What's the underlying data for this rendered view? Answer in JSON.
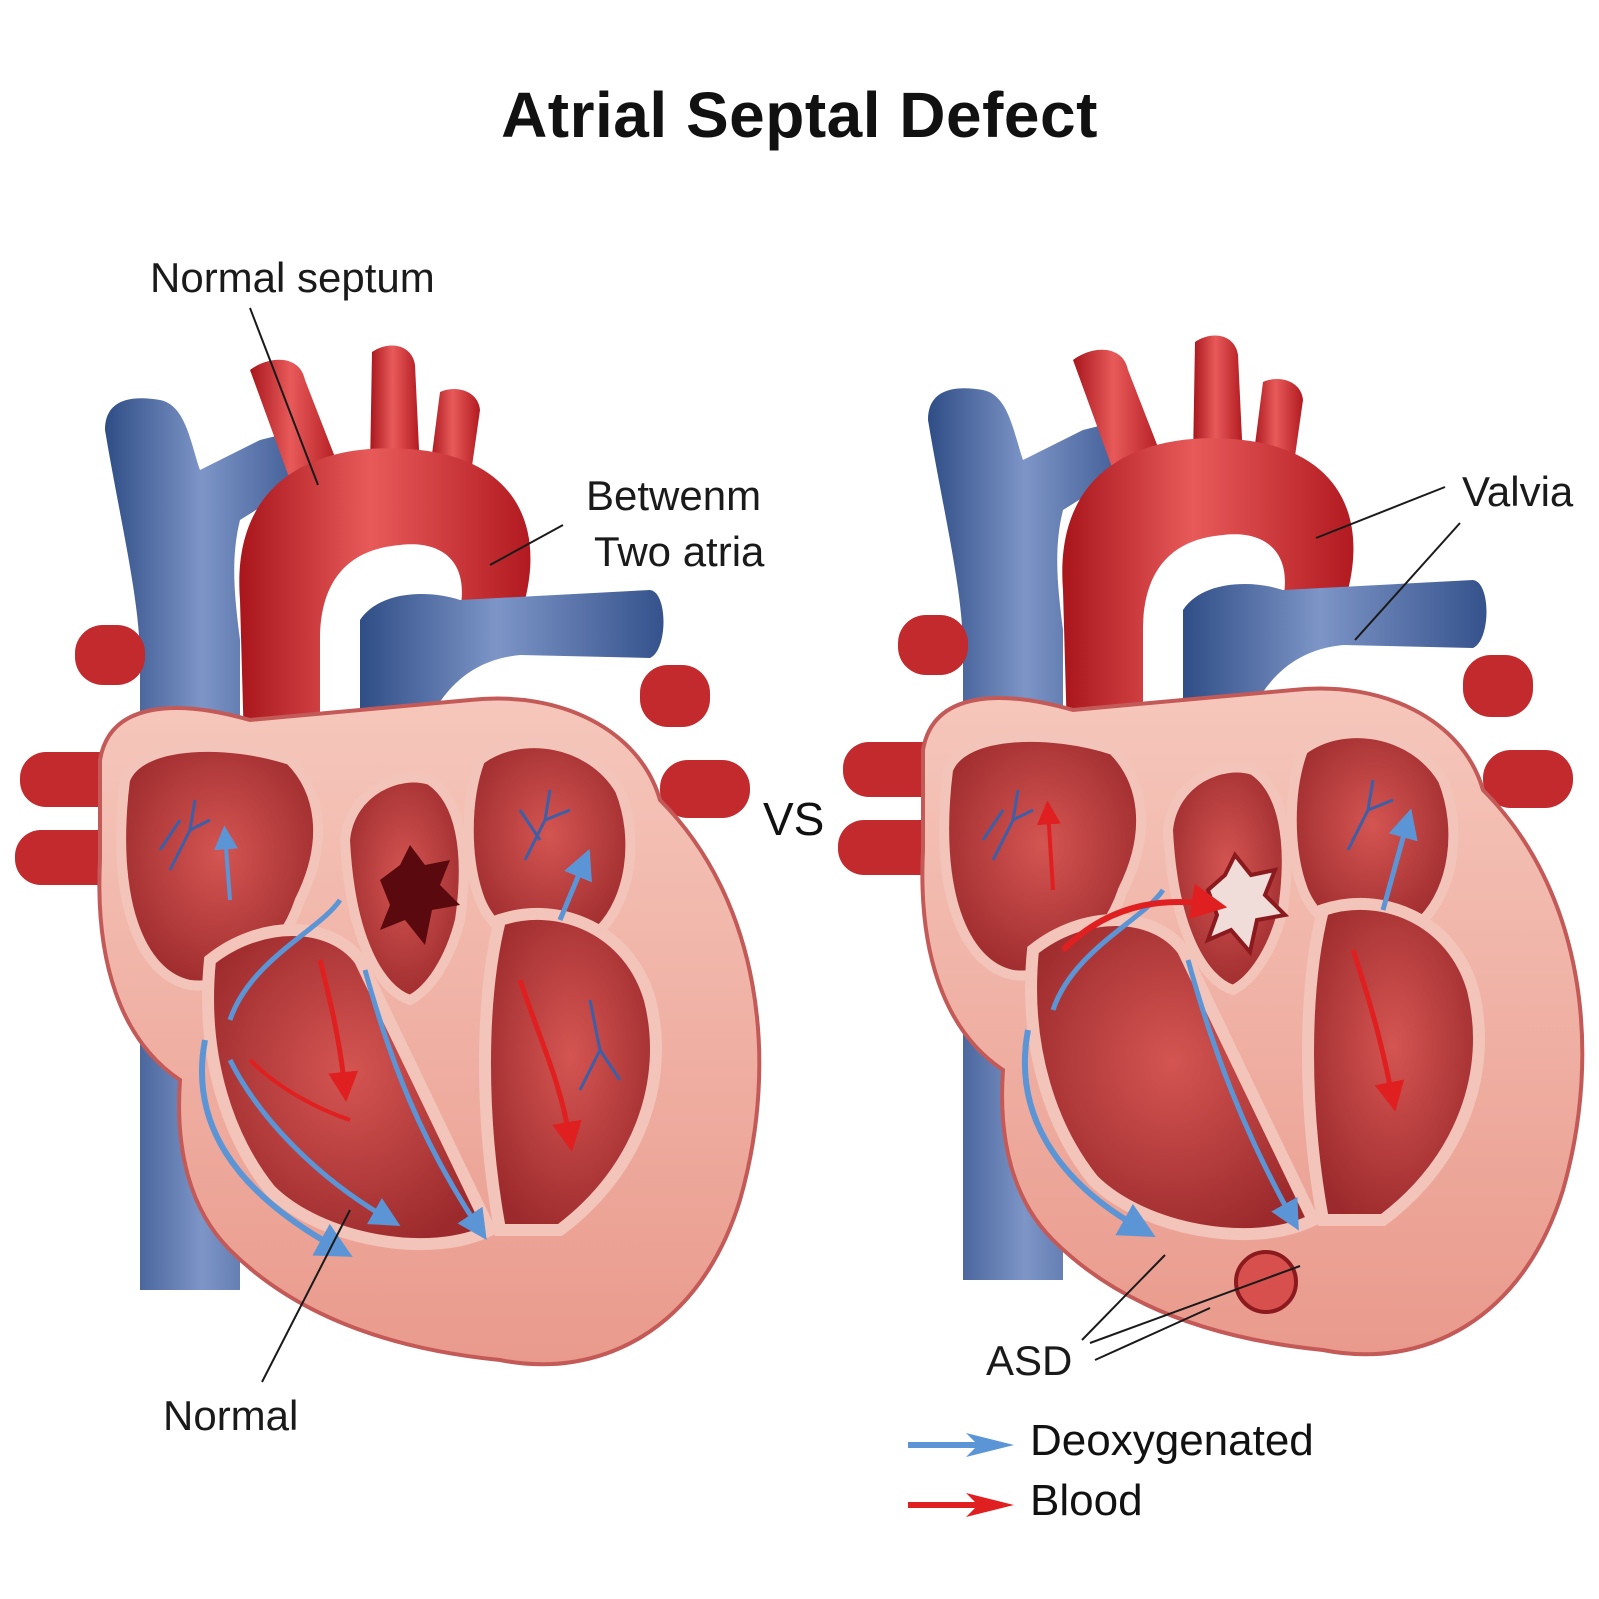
{
  "title": "Atrial Septal Defect",
  "vs": "VS",
  "left_heart": {
    "label_top": "Normal septum",
    "label_mid_line1": "Betwenm",
    "label_mid_line2": "Two atria",
    "label_bottom": "Normal"
  },
  "right_heart": {
    "label_top": "Valvia",
    "label_bottom": "ASD"
  },
  "legend": [
    {
      "label": "Deoxygenated",
      "color": "#5b95d6",
      "icon": "blue-arrow-icon"
    },
    {
      "label": "Blood",
      "color": "#e02020",
      "icon": "red-arrow-icon"
    }
  ],
  "colors": {
    "vein_blue": "#4a6aa3",
    "artery_red": "#c8262c",
    "muscle_pink": "#f2b2a6",
    "chamber_red": "#b8383a"
  }
}
